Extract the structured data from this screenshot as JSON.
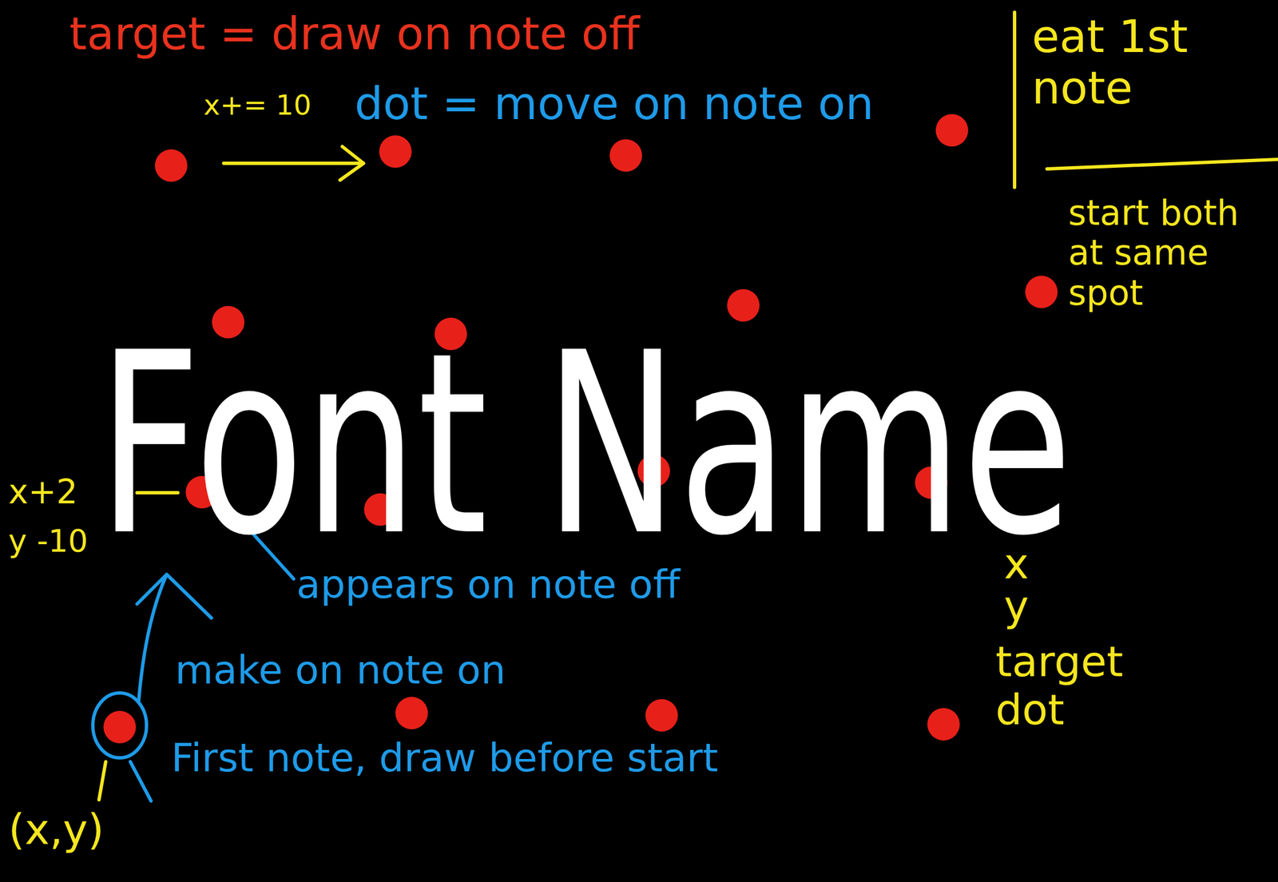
{
  "diagram": {
    "labels": [
      "target = draw on note off",
      "x+= 10",
      "dot = move on note on",
      "eat 1st note",
      "start both at same spot",
      "Font Name",
      "x+2",
      "y -10",
      "appears on note off",
      "x",
      "y",
      "make on note on",
      "target dot",
      "First note, draw before start",
      "(x,y)"
    ]
  }
}
